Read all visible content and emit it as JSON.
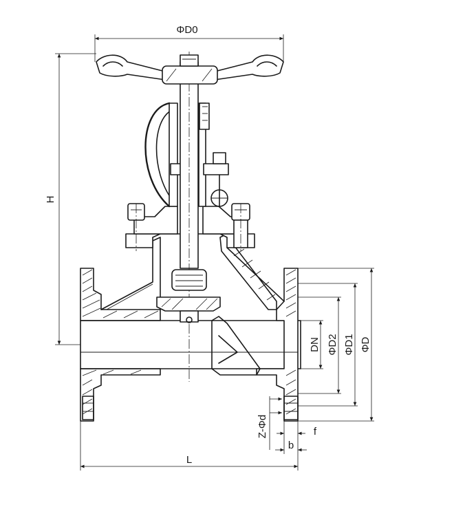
{
  "dimension_labels": {
    "d0": "ΦD0",
    "h": "H",
    "dn": "DN",
    "d2": "ΦD2",
    "d1": "ΦD1",
    "d": "ΦD",
    "z": "Z-Φd",
    "f": "f",
    "b": "b",
    "l": "L"
  }
}
